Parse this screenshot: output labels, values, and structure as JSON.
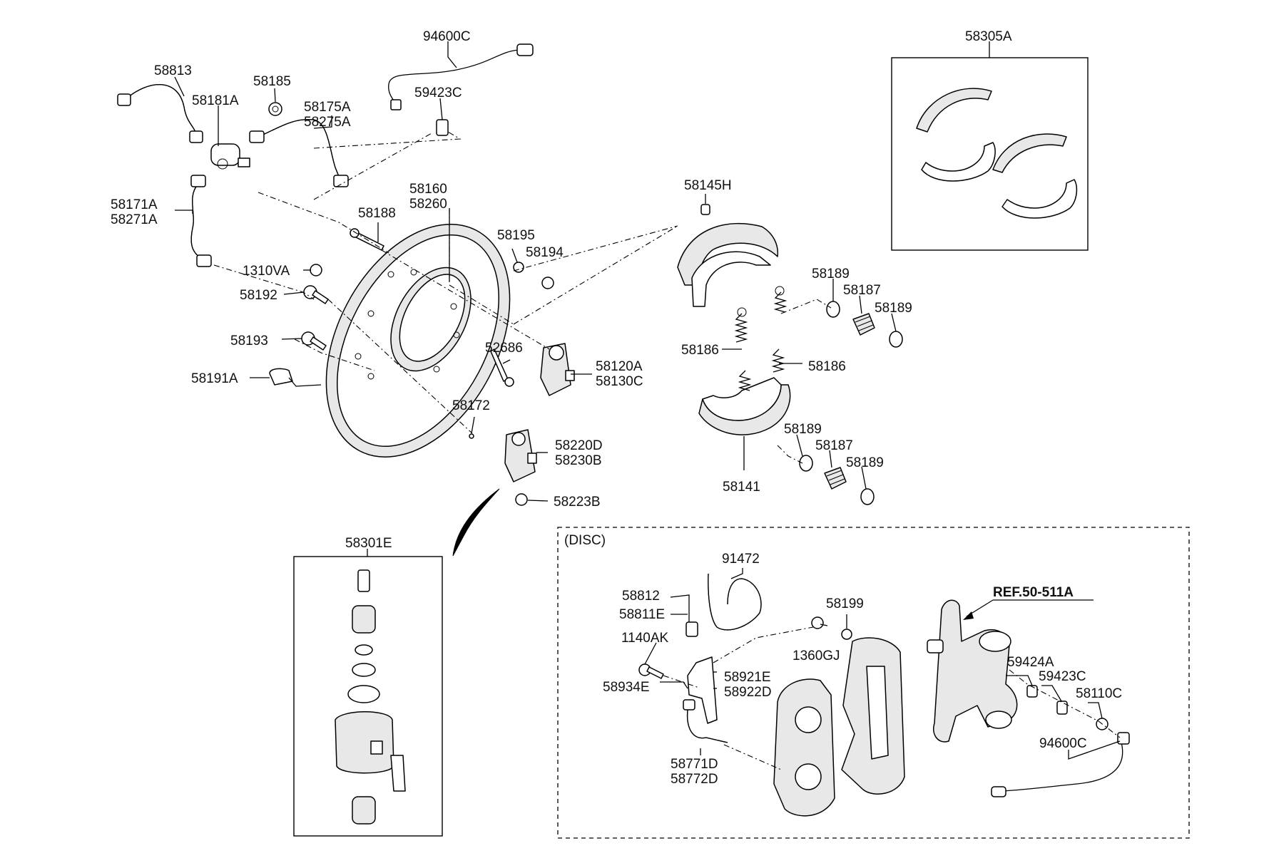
{
  "labels": {
    "p94600C_top": "94600C",
    "p58813": "58813",
    "p58185": "58185",
    "p58181A": "58181A",
    "p58175A": "58175A",
    "p58275A": "58275A",
    "p59423C_top": "59423C",
    "p58171A": "58171A",
    "p58271A": "58271A",
    "p58160": "58160",
    "p58260": "58260",
    "p58188": "58188",
    "p58195": "58195",
    "p58194": "58194",
    "p1310VA": "1310VA",
    "p58192": "58192",
    "p58193": "58193",
    "p58191A": "58191A",
    "p52686": "52686",
    "p58120A": "58120A",
    "p58130C": "58130C",
    "p58172": "58172",
    "p58220D": "58220D",
    "p58230B": "58230B",
    "p58223B": "58223B",
    "p58145H": "58145H",
    "p58189_a": "58189",
    "p58187_a": "58187",
    "p58189_b": "58189",
    "p58186_l": "58186",
    "p58186_r": "58186",
    "p58189_c": "58189",
    "p58187_b": "58187",
    "p58189_d": "58189",
    "p58141": "58141",
    "p58305A": "58305A",
    "p58301E": "58301E",
    "disc": "(DISC)",
    "p91472": "91472",
    "p58812": "58812",
    "p58811E": "58811E",
    "p1140AK": "1140AK",
    "p58934E": "58934E",
    "p58199": "58199",
    "p1360GJ": "1360GJ",
    "ref": "REF.50-511A",
    "p58921E": "58921E",
    "p58922D": "58922D",
    "p59424A": "59424A",
    "p59423C_bot": "59423C",
    "p58110C": "58110C",
    "p94600C_bot": "94600C",
    "p58771D": "58771D",
    "p58772D": "58772D"
  }
}
